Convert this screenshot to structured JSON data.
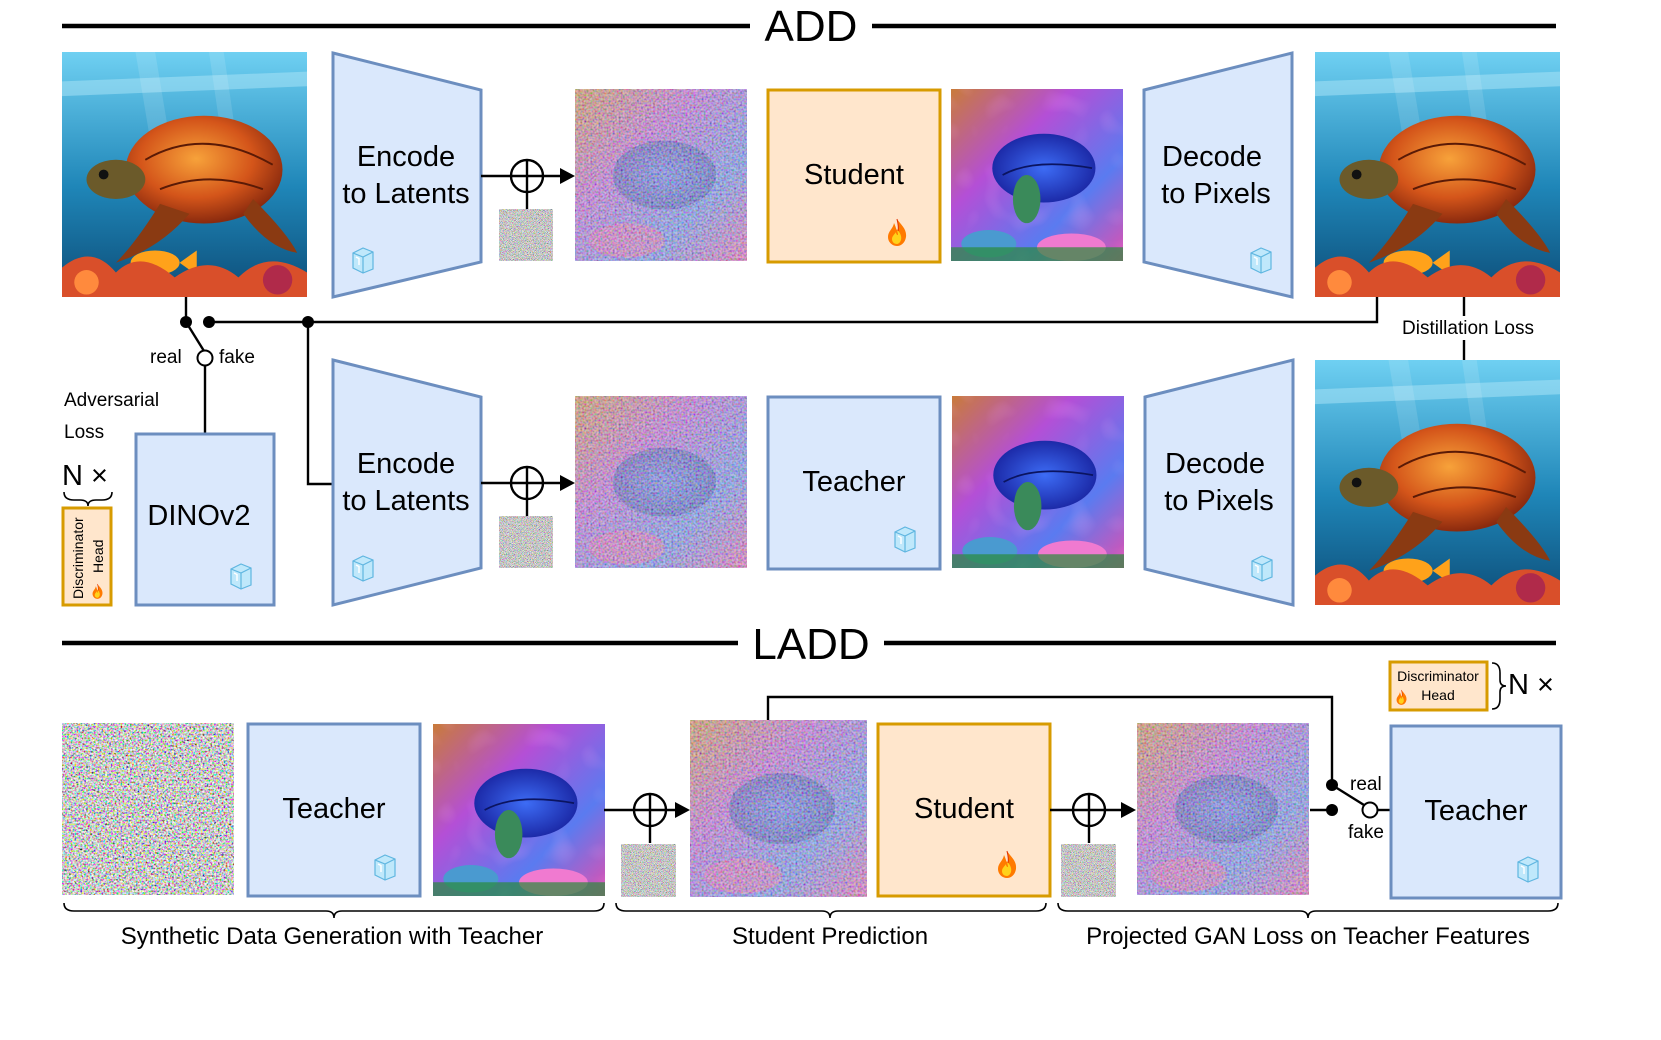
{
  "sections": {
    "add": "ADD",
    "ladd": "LADD"
  },
  "add": {
    "encode_line1": "Encode",
    "encode_line2": "to Latents",
    "student": "Student",
    "decode_line1": "Decode",
    "decode_line2": "to Pixels",
    "teacher": "Teacher",
    "dinov2": "DINOv2",
    "real": "real",
    "fake": "fake",
    "adversarial_line1": "Adversarial",
    "adversarial_line2": "Loss",
    "distillation": "Distillation Loss",
    "n_times": "N ×",
    "disc_line1": "Discriminator",
    "disc_line2": "Head"
  },
  "ladd": {
    "teacher_gen": "Teacher",
    "student": "Student",
    "teacher_disc": "Teacher",
    "real": "real",
    "fake": "fake",
    "n_times": "N ×",
    "disc_line1": "Discriminator",
    "disc_line2": "Head",
    "caption_synthetic": "Synthetic Data Generation with Teacher",
    "caption_student": "Student Prediction",
    "caption_gan": "Projected GAN Loss on Teacher Features"
  },
  "colors": {
    "frozen_fill": "#dae8fc",
    "frozen_stroke": "#6c8ebf",
    "trainable_fill": "#ffe6cc",
    "trainable_stroke": "#d79b00",
    "line": "#000000"
  },
  "icons": {
    "frozen": "ice-cube-icon",
    "trainable": "flame-icon",
    "add_op": "plus-circle-icon"
  }
}
